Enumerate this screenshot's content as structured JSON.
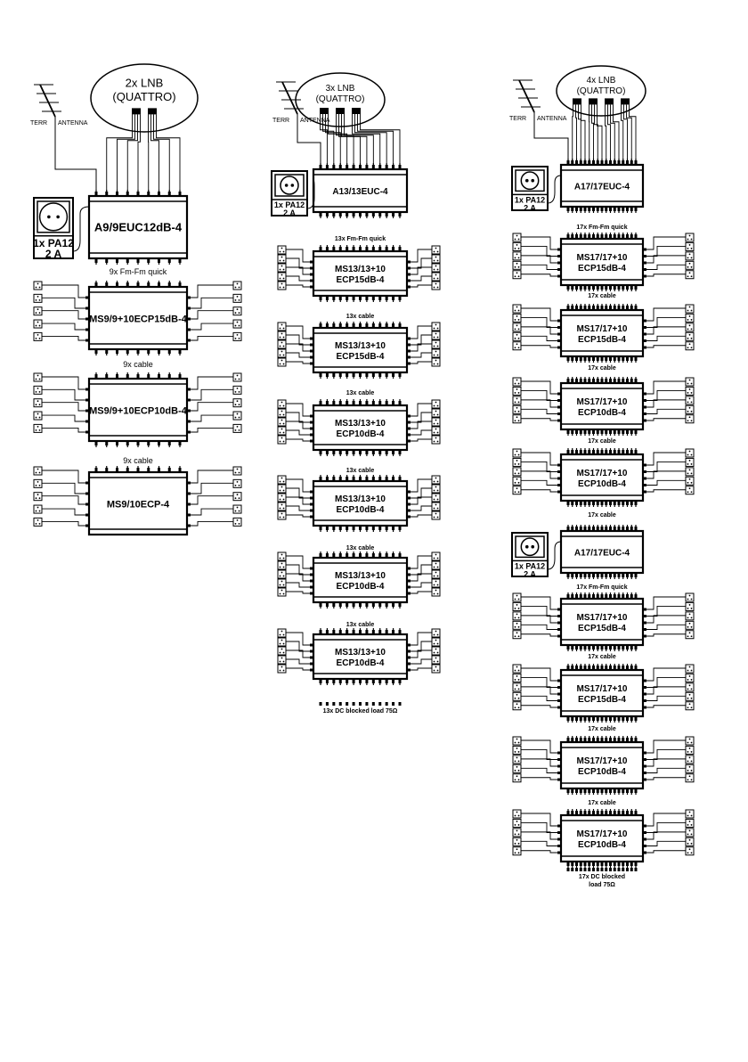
{
  "columns": [
    {
      "lnb": {
        "line1": "2x LNB",
        "line2": "(QUATTRO)"
      },
      "terr_label": "TERR",
      "antenna_label": "ANTENNA",
      "ports": 9,
      "stages": [
        {
          "type": "amp",
          "label": "A9/9EUC12dB-4",
          "psu": [
            "1x PA12",
            "2 A"
          ]
        },
        {
          "type": "label",
          "lines": [
            "9x Fm-Fm quick"
          ]
        },
        {
          "type": "ms",
          "lines": [
            "MS9/9+10ECP15dB-4"
          ]
        },
        {
          "type": "label",
          "lines": [
            "9x cable"
          ]
        },
        {
          "type": "ms",
          "lines": [
            "MS9/9+10ECP10dB-4"
          ]
        },
        {
          "type": "label",
          "lines": [
            "9x cable"
          ]
        },
        {
          "type": "ms",
          "lines": [
            "MS9/10ECP-4"
          ],
          "last": true
        }
      ]
    },
    {
      "lnb": {
        "line1": "3x LNB",
        "line2": "(QUATTRO)"
      },
      "terr_label": "TERR",
      "antenna_label": "ANTENNA",
      "ports": 13,
      "stages": [
        {
          "type": "amp",
          "label": "A13/13EUC-4",
          "psu": [
            "1x PA12",
            "2 A"
          ]
        },
        {
          "type": "label",
          "lines": [
            "13x Fm-Fm quick"
          ]
        },
        {
          "type": "ms",
          "lines": [
            "MS13/13+10",
            "ECP15dB-4"
          ]
        },
        {
          "type": "label",
          "lines": [
            "13x cable"
          ]
        },
        {
          "type": "ms",
          "lines": [
            "MS13/13+10",
            "ECP15dB-4"
          ]
        },
        {
          "type": "label",
          "lines": [
            "13x cable"
          ]
        },
        {
          "type": "ms",
          "lines": [
            "MS13/13+10",
            "ECP10dB-4"
          ]
        },
        {
          "type": "label",
          "lines": [
            "13x cable"
          ]
        },
        {
          "type": "ms",
          "lines": [
            "MS13/13+10",
            "ECP10dB-4"
          ]
        },
        {
          "type": "label",
          "lines": [
            "13x cable"
          ]
        },
        {
          "type": "ms",
          "lines": [
            "MS13/13+10",
            "ECP10dB-4"
          ]
        },
        {
          "type": "label",
          "lines": [
            "13x cable"
          ]
        },
        {
          "type": "ms",
          "lines": [
            "MS13/13+10",
            "ECP10dB-4"
          ]
        },
        {
          "type": "label",
          "lines": [
            "13x DC blocked load 75Ω"
          ]
        }
      ]
    },
    {
      "lnb": {
        "line1": "4x LNB",
        "line2": "(QUATTRO)"
      },
      "terr_label": "TERR",
      "antenna_label": "ANTENNA",
      "ports": 17,
      "stages": [
        {
          "type": "amp",
          "label": "A17/17EUC-4",
          "psu": [
            "1x PA12",
            "2 A"
          ]
        },
        {
          "type": "label",
          "lines": [
            "17x Fm-Fm quick"
          ]
        },
        {
          "type": "ms",
          "lines": [
            "MS17/17+10",
            "ECP15dB-4"
          ]
        },
        {
          "type": "label",
          "lines": [
            "17x cable"
          ]
        },
        {
          "type": "ms",
          "lines": [
            "MS17/17+10",
            "ECP15dB-4"
          ]
        },
        {
          "type": "label",
          "lines": [
            "17x cable"
          ]
        },
        {
          "type": "ms",
          "lines": [
            "MS17/17+10",
            "ECP10dB-4"
          ]
        },
        {
          "type": "label",
          "lines": [
            "17x cable"
          ]
        },
        {
          "type": "ms",
          "lines": [
            "MS17/17+10",
            "ECP10dB-4"
          ]
        },
        {
          "type": "label",
          "lines": [
            "17x cable"
          ]
        },
        {
          "type": "amp",
          "label": "A17/17EUC-4",
          "psu": [
            "1x PA12",
            "2 A"
          ]
        },
        {
          "type": "label",
          "lines": [
            "17x Fm-Fm quick"
          ]
        },
        {
          "type": "ms",
          "lines": [
            "MS17/17+10",
            "ECP15dB-4"
          ]
        },
        {
          "type": "label",
          "lines": [
            "17x cable"
          ]
        },
        {
          "type": "ms",
          "lines": [
            "MS17/17+10",
            "ECP15dB-4"
          ]
        },
        {
          "type": "label",
          "lines": [
            "17x cable"
          ]
        },
        {
          "type": "ms",
          "lines": [
            "MS17/17+10",
            "ECP10dB-4"
          ]
        },
        {
          "type": "label",
          "lines": [
            "17x cable"
          ]
        },
        {
          "type": "ms",
          "lines": [
            "MS17/17+10",
            "ECP10dB-4"
          ]
        },
        {
          "type": "label",
          "lines": [
            "17x DC blocked",
            "load 75Ω"
          ]
        }
      ]
    }
  ]
}
